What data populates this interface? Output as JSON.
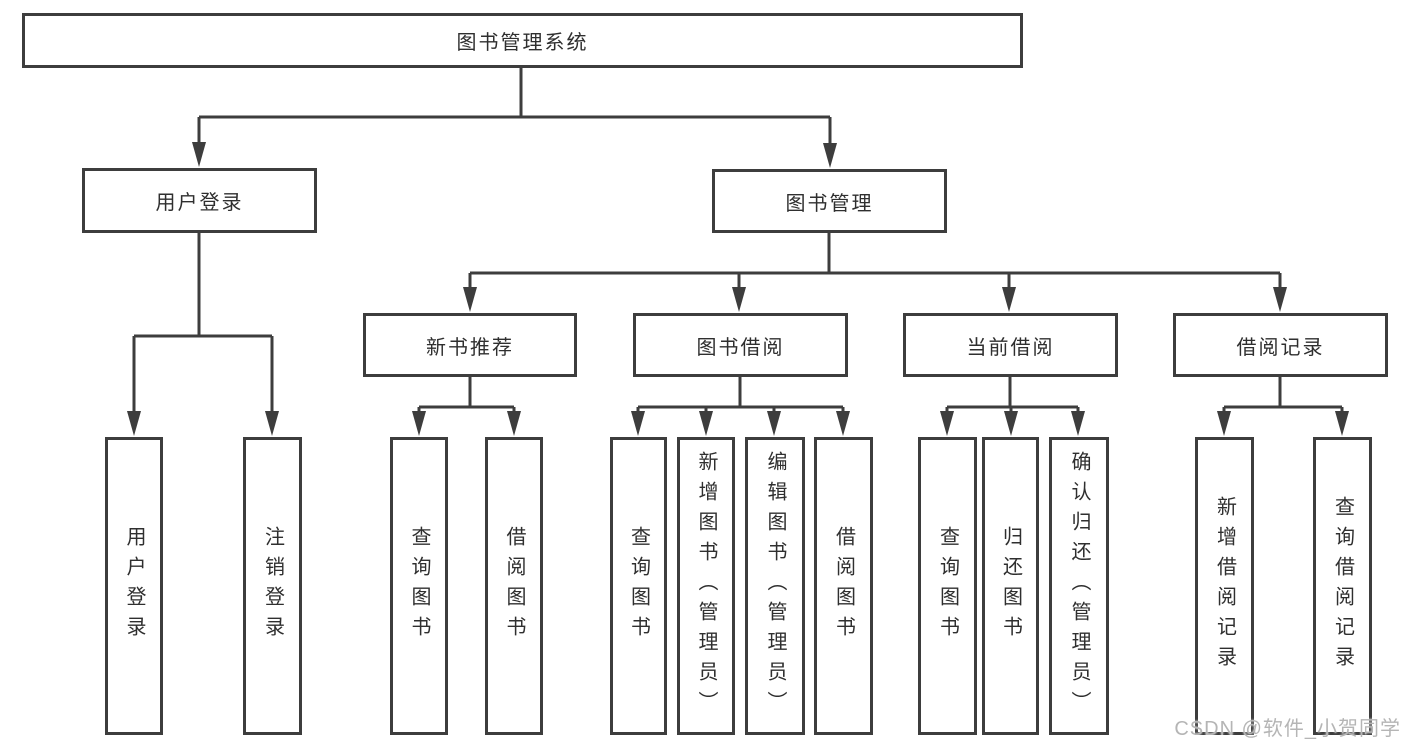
{
  "diagram_title": "图书管理系统",
  "nodes": {
    "root": "图书管理系统",
    "level2": [
      "用户登录",
      "图书管理"
    ],
    "level3": [
      "新书推荐",
      "图书借阅",
      "当前借阅",
      "借阅记录"
    ],
    "leaves": {
      "user_login": [
        "用户登录",
        "注销登录"
      ],
      "new_book": [
        "查询图书",
        "借阅图书"
      ],
      "book_borrow": [
        "查询图书",
        "新增图书（管理员）",
        "编辑图书（管理员）",
        "借阅图书"
      ],
      "current_borrow": [
        "查询图书",
        "归还图书",
        "确认归还（管理员）"
      ],
      "borrow_records": [
        "新增借阅记录",
        "查询借阅记录"
      ]
    }
  },
  "watermark": {
    "text": "CSDN @软件_小贺同学"
  },
  "colors": {
    "line": "#3d3d3d",
    "box_border": "#3d3d3d",
    "text": "#2f2f2f",
    "watermark": "#b5b5b5",
    "background": "#ffffff"
  }
}
